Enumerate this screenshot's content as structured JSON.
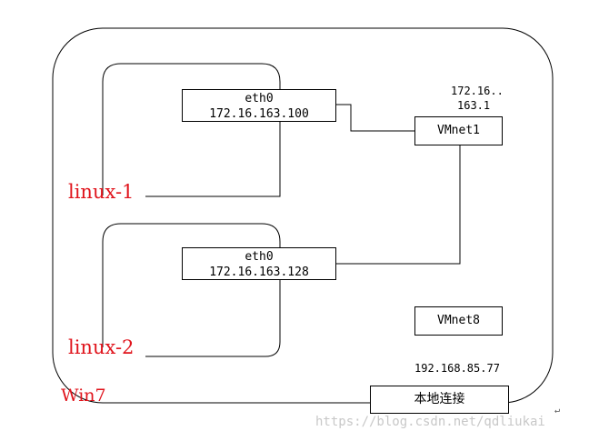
{
  "colors": {
    "line": "#000000",
    "label_red": "#e0141c",
    "watermark": "#c8c8c8"
  },
  "host": {
    "label": "Win7"
  },
  "vm1": {
    "label": "linux-1",
    "nic_name": "eth0",
    "ip": "172.16.163.100"
  },
  "vm2": {
    "label": "linux-2",
    "nic_name": "eth0",
    "ip": "172.16.163.128"
  },
  "vmnet1": {
    "label": "VMnet1",
    "ip_line1": "172.16..",
    "ip_line2": "163.1"
  },
  "vmnet8": {
    "label": "VMnet8",
    "ip": "192.168.85.77"
  },
  "local_conn": {
    "label": "本地连接"
  },
  "watermark": "https://blog.csdn.net/qdliukai",
  "return_mark": "↵"
}
